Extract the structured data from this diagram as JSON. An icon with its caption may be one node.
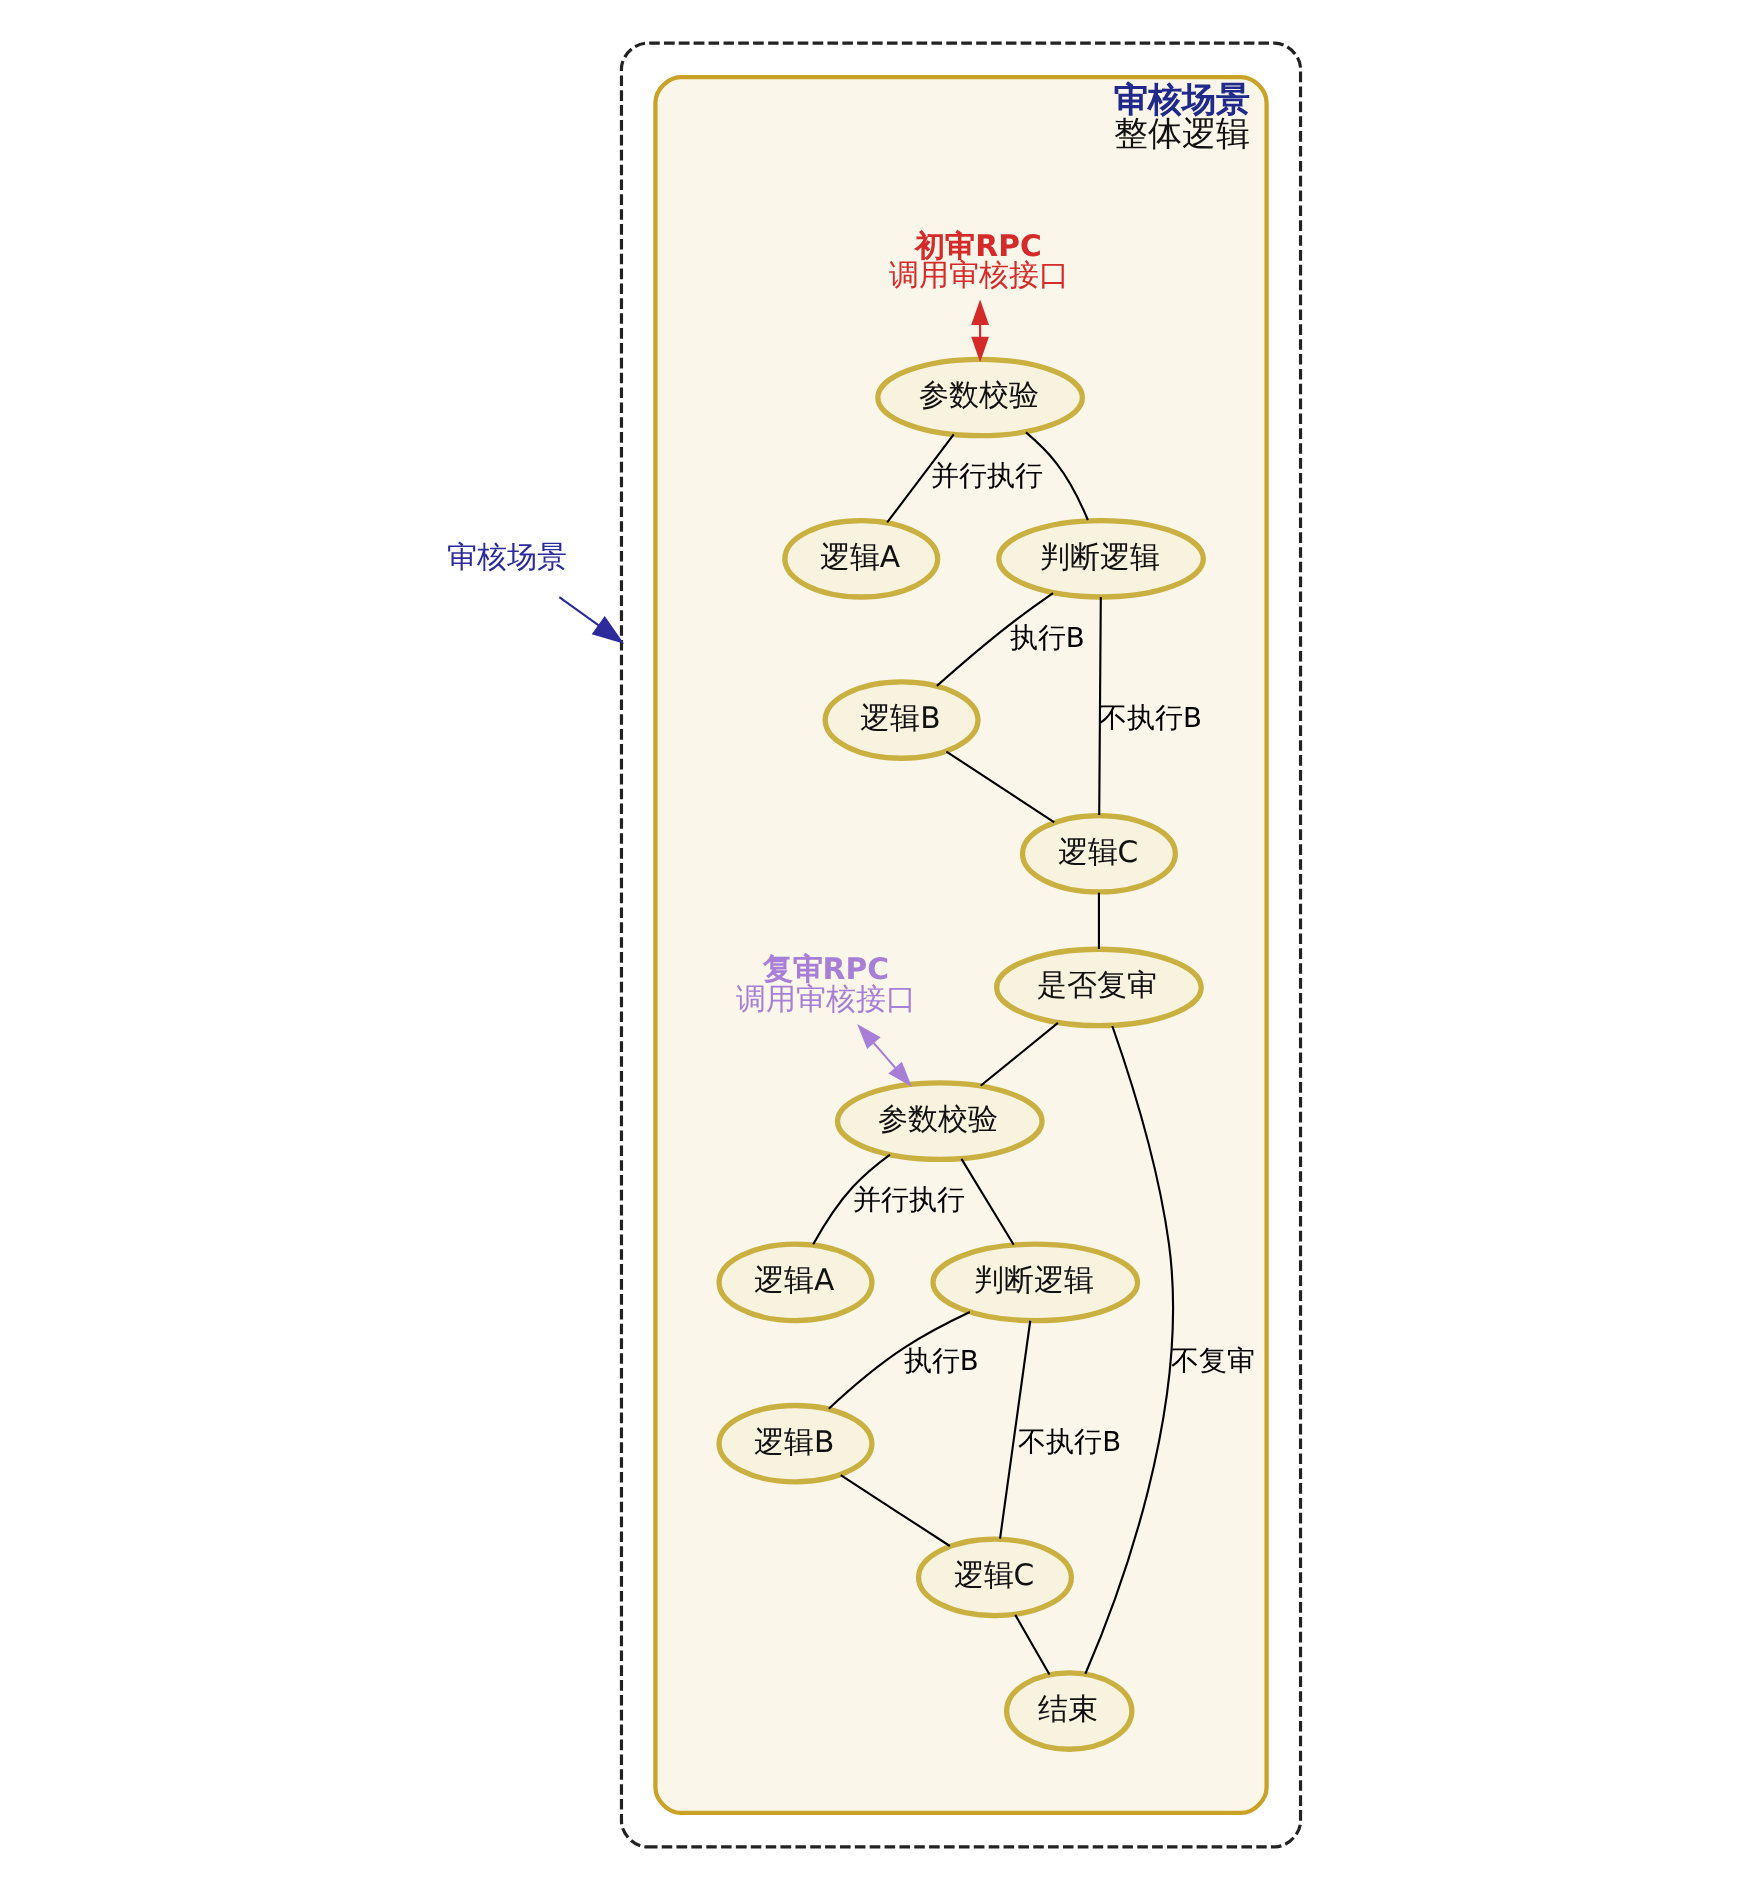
{
  "diagram": {
    "nodes": [
      {
        "text": [],
        "shape": "box"
      },
      {
        "text": [
          "审核场景",
          "整体逻辑"
        ],
        "in": 0
      },
      {
        "text": [
          "初审RPC",
          "调用审核接口"
        ],
        "in": 1
      },
      {
        "text": [
          "参数校验"
        ],
        "in": 1
      },
      {
        "text": [
          "逻辑A"
        ],
        "in": 1
      },
      {
        "text": [
          "判断逻辑"
        ],
        "in": 1
      },
      {
        "text": [
          "逻辑B"
        ],
        "in": 1
      },
      {
        "text": [
          "逻辑C"
        ],
        "in": 1
      },
      {
        "text": [
          "是否复审"
        ],
        "in": 1
      },
      {
        "text": [
          "复审RPC",
          "调用审核接口"
        ],
        "in": 1
      },
      {
        "text": [
          "参数校验"
        ],
        "in": 1
      },
      {
        "text": [
          "逻辑A"
        ],
        "in": 1
      },
      {
        "text": [
          "判断逻辑"
        ],
        "in": 1
      },
      {
        "text": [
          "逻辑B"
        ],
        "in": 1
      },
      {
        "text": [
          "逻辑C"
        ],
        "in": 1
      },
      {
        "text": [
          "结束"
        ],
        "in": 1
      },
      {
        "text": [
          "审核场景"
        ]
      }
    ],
    "edges": [
      {
        "from": 2,
        "to": 3,
        "arrow": "both",
        "color": "#d42a2a"
      },
      {
        "from": 3,
        "to": 4,
        "arrow": "none",
        "label": "并行执行"
      },
      {
        "from": 3,
        "to": 5,
        "arrow": "none"
      },
      {
        "from": 5,
        "to": 6,
        "arrow": "none",
        "label": "执行B"
      },
      {
        "from": 5,
        "to": 7,
        "arrow": "none",
        "label": "不执行B"
      },
      {
        "from": 6,
        "to": 7,
        "arrow": "none"
      },
      {
        "from": 7,
        "to": 8,
        "arrow": "none"
      },
      {
        "from": 8,
        "to": 15,
        "arrow": "none",
        "label": "不复审"
      },
      {
        "from": 8,
        "to": 10,
        "arrow": "none"
      },
      {
        "from": 9,
        "to": 10,
        "arrow": "both",
        "color": "#a77fd6"
      },
      {
        "from": 10,
        "to": 11,
        "arrow": "none",
        "label": "并行执行"
      },
      {
        "from": 10,
        "to": 12,
        "arrow": "none"
      },
      {
        "from": 12,
        "to": 13,
        "arrow": "none",
        "label": "执行B"
      },
      {
        "from": 12,
        "to": 14,
        "arrow": "none",
        "label": "不执行B"
      },
      {
        "from": 13,
        "to": 14,
        "arrow": "none"
      },
      {
        "from": 14,
        "to": 15,
        "arrow": "none"
      },
      {
        "from": 16,
        "to": 0,
        "arrow": "to",
        "color": "#2b2b9c"
      }
    ]
  }
}
